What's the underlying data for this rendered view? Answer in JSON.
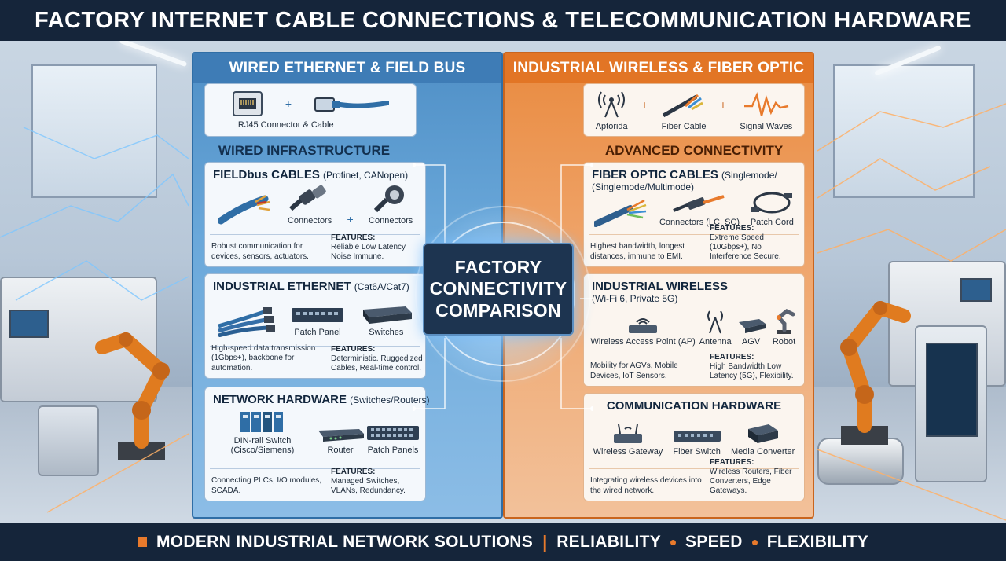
{
  "title": "FACTORY INTERNET CABLE CONNECTIONS & TELECOMMUNICATION HARDWARE",
  "footer": {
    "main": "MODERN INDUSTRIAL NETWORK SOLUTIONS",
    "separator": "|",
    "items": [
      "RELIABILITY",
      "SPEED",
      "FLEXIBILITY"
    ]
  },
  "colors": {
    "blue_panel": "#4f8fc6",
    "orange_panel": "#e98a3f",
    "accent_orange": "#e87a2c",
    "dark_navy": "#15253a"
  },
  "center": {
    "lines": [
      "FACTORY",
      "CONNECTIVITY",
      "COMPARISON"
    ]
  },
  "left": {
    "header": "WIRED ETHERNET & FIELD BUS",
    "top_card": {
      "item1": "RJ45 Connector & Cable",
      "plus": "+"
    },
    "section_title": "WIRED INFRASTRUCTURE",
    "cards": [
      {
        "title": "FIELDbus CABLES",
        "subtitle": "(Profinet, CANopen)",
        "icons": [
          "",
          "Connectors",
          "Connectors"
        ],
        "plus": "+",
        "desc": "Robust communication for devices, sensors, actuators.",
        "features_label": "FEATURES:",
        "features": "Reliable Low Latency Noise Immune."
      },
      {
        "title": "INDUSTRIAL ETHERNET",
        "subtitle": "(Cat6A/Cat7)",
        "icons": [
          "",
          "Patch Panel",
          "Switches"
        ],
        "desc": "High-speed data transmission (1Gbps+), backbone for automation.",
        "features_label": "FEATURES:",
        "features": "Deterministic. Ruggedized Cables, Real-time control."
      },
      {
        "title": "NETWORK HARDWARE",
        "subtitle": "(Switches/Routers)",
        "icons": [
          "DIN-rail Switch (Cisco/Siemens)",
          "Router",
          "Patch Panels"
        ],
        "desc": "Connecting PLCs, I/O modules, SCADA.",
        "features_label": "FEATURES:",
        "features": "Managed Switches, VLANs, Redundancy."
      }
    ]
  },
  "right": {
    "header": "INDUSTRIAL WIRELESS & FIBER OPTIC",
    "top_card": {
      "items": [
        "Aptorida",
        "Fiber Cable",
        "Signal Waves"
      ],
      "plus": "+"
    },
    "section_title": "ADVANCED CONNECTIVITY",
    "cards": [
      {
        "title": "FIBER OPTIC CABLES",
        "subtitle": "(Singlemode/",
        "title2": "(Singlemode/Multimode)",
        "icons": [
          "",
          "Connectors (LC, SC)",
          "Patch Cord"
        ],
        "desc": "Highest bandwidth, longest distances, immune to EMI.",
        "features_label": "FEATURES:",
        "features": "Extreme Speed (10Gbps+), No Interference Secure."
      },
      {
        "title": "INDUSTRIAL WIRELESS",
        "title2": "(Wi-Fi 6, Private 5G)",
        "icons": [
          "Wireless Access Point (AP)",
          "Antenna",
          "AGV",
          "Robot"
        ],
        "desc": "Mobility for AGVs, Mobile Devices, IoT Sensors.",
        "features_label": "FEATURES:",
        "features": "High Bandwidth Low Latency (5G), Flexibility."
      },
      {
        "title": "COMMUNICATION HARDWARE",
        "icons": [
          "Wireless Gateway",
          "Fiber Switch",
          "Media Converter"
        ],
        "desc": "Integrating wireless devices into the wired network.",
        "features_label": "FEATURES:",
        "features": "Wireless Routers, Fiber Converters, Edge Gateways."
      }
    ]
  }
}
